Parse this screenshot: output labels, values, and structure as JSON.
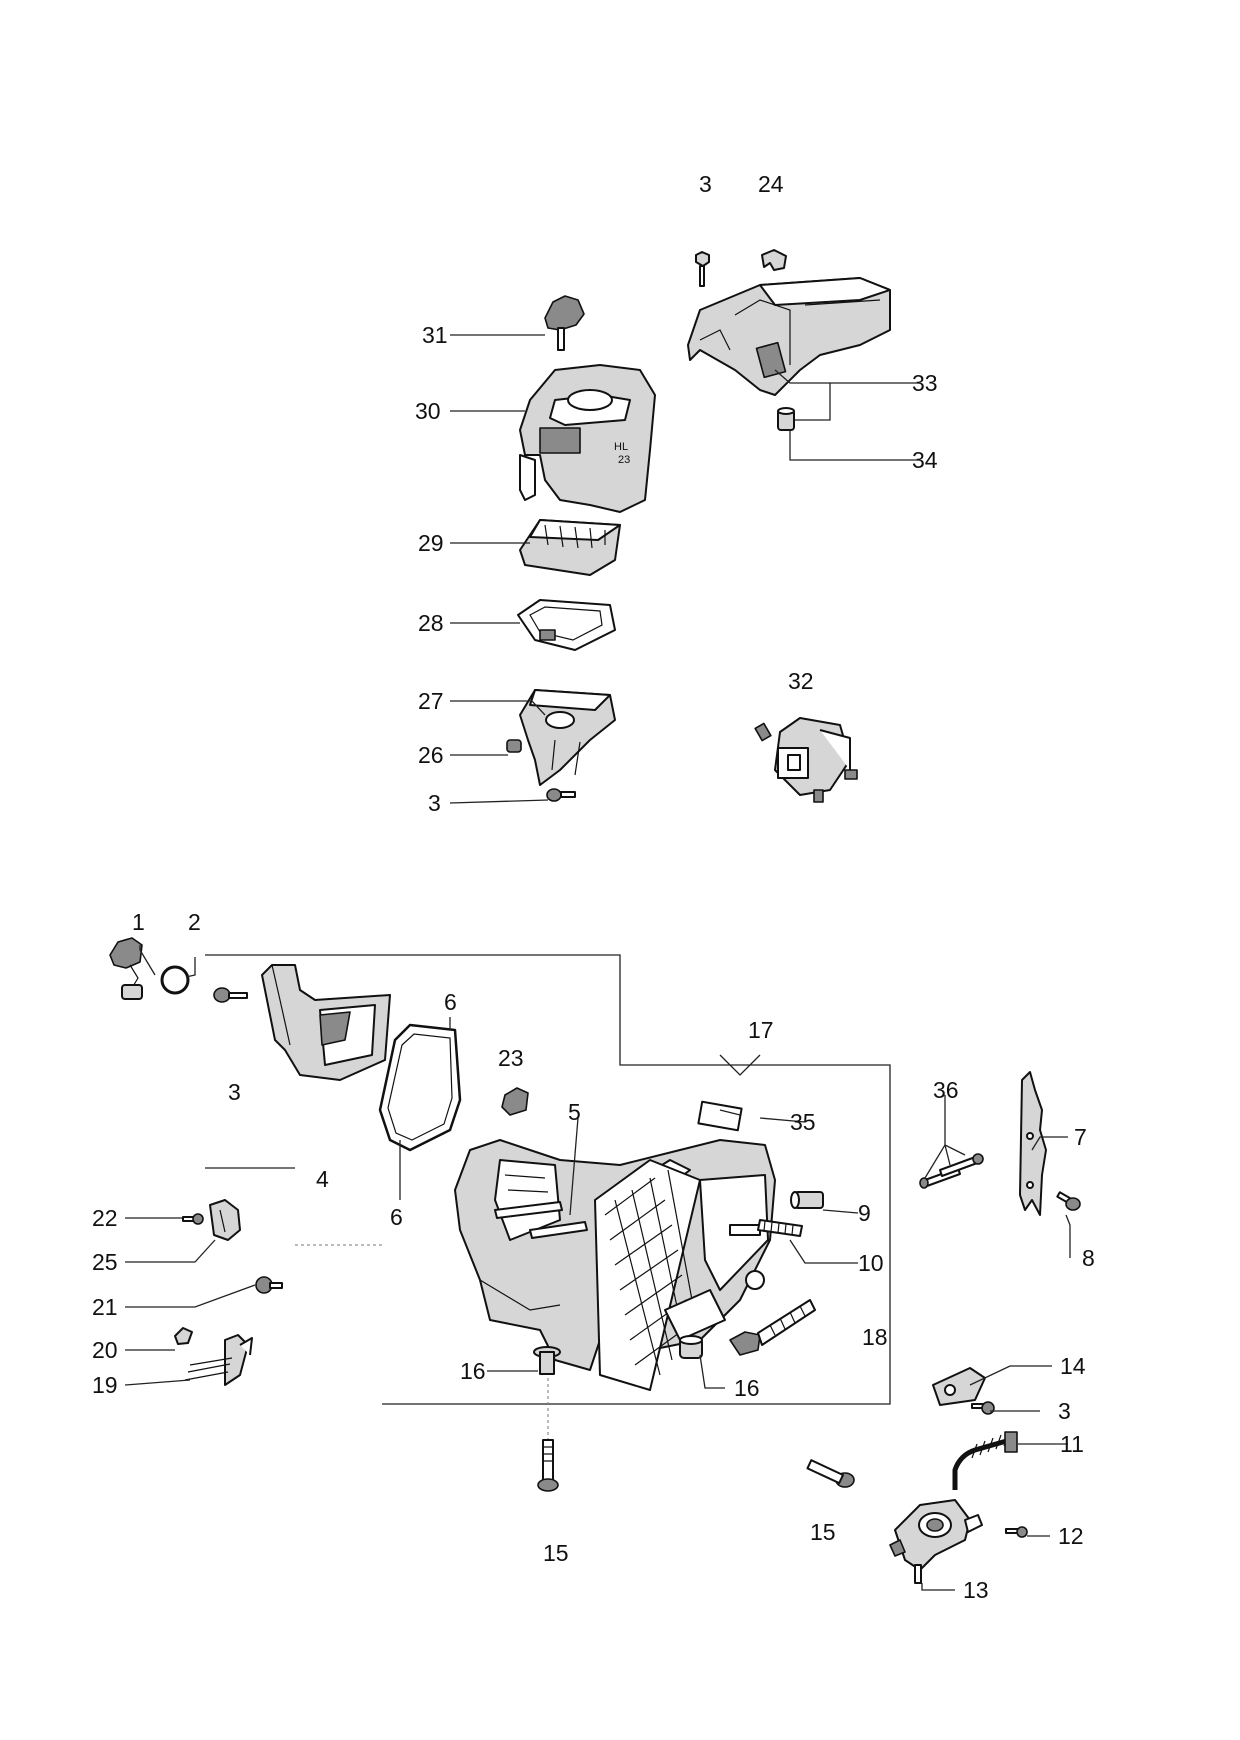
{
  "labels": {
    "c1": "1",
    "c2": "2",
    "c3a": "3",
    "c3b": "3",
    "c3c": "3",
    "c3d": "3",
    "c4": "4",
    "c5": "5",
    "c6a": "6",
    "c6b": "6",
    "c7": "7",
    "c8": "8",
    "c9": "9",
    "c10": "10",
    "c11": "11",
    "c12": "12",
    "c13": "13",
    "c14": "14",
    "c15a": "15",
    "c15b": "15",
    "c16a": "16",
    "c16b": "16",
    "c17": "17",
    "c18": "18",
    "c19": "19",
    "c20": "20",
    "c21": "21",
    "c22": "22",
    "c23": "23",
    "c24": "24",
    "c25": "25",
    "c26": "26",
    "c27": "27",
    "c28": "28",
    "c29": "29",
    "c30": "30",
    "c31": "31",
    "c32": "32",
    "c33": "33",
    "c34": "34",
    "c35": "35",
    "c36": "36"
  },
  "cover_marking": "HL\n23"
}
